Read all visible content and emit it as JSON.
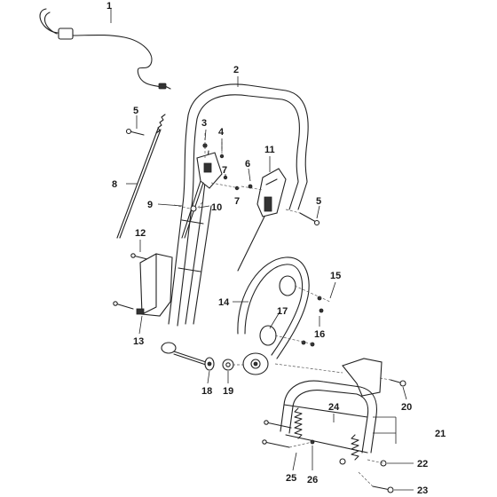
{
  "diagram": {
    "callouts": [
      "1",
      "2",
      "3",
      "4",
      "5",
      "5",
      "6",
      "7",
      "7",
      "8",
      "9",
      "10",
      "11",
      "12",
      "13",
      "14",
      "15",
      "16",
      "17",
      "18",
      "19",
      "20",
      "21",
      "22",
      "23",
      "24",
      "25",
      "26"
    ]
  }
}
